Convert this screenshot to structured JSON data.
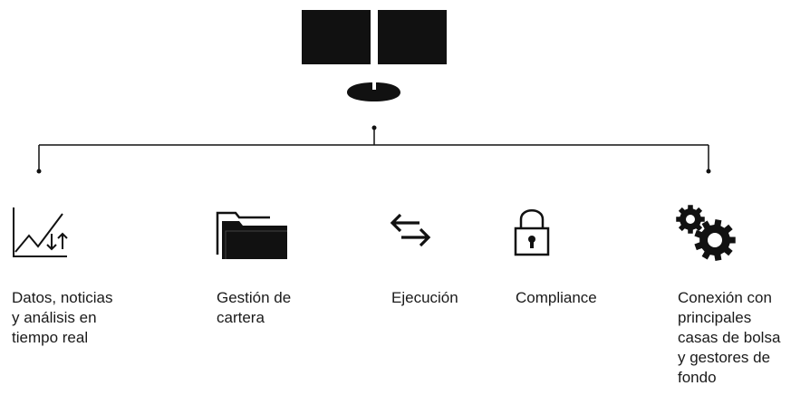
{
  "colors": {
    "ink": "#111111",
    "text": "#1a1a1a",
    "background": "#ffffff"
  },
  "hub": {
    "icon": "dual-monitor-workstation-icon"
  },
  "features": [
    {
      "icon": "chart-trend-arrows-icon",
      "label_lines": [
        "Datos, noticias",
        "y análisis en",
        "tiempo real"
      ]
    },
    {
      "icon": "folder-icon",
      "label_lines": [
        "Gestión de",
        "cartera"
      ]
    },
    {
      "icon": "exchange-arrows-icon",
      "label_lines": [
        "Ejecución"
      ]
    },
    {
      "icon": "padlock-icon",
      "label_lines": [
        "Compliance"
      ]
    },
    {
      "icon": "gears-icon",
      "label_lines": [
        "Conexión con",
        "principales",
        "casas de bolsa",
        "y gestores de",
        "fondo"
      ]
    }
  ]
}
